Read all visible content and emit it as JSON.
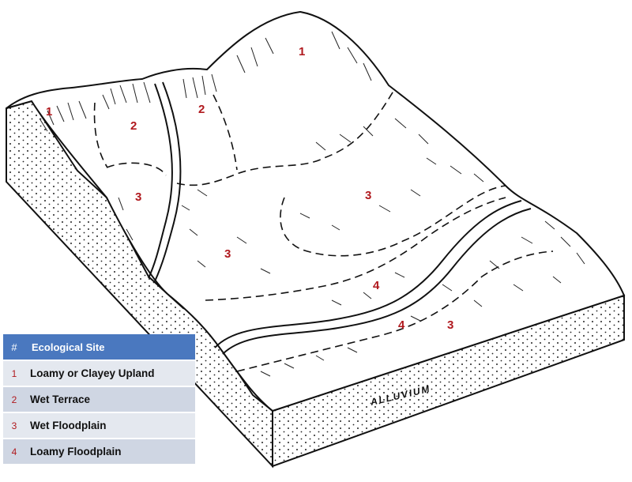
{
  "labels": {
    "site_1_left": "1",
    "site_1_top": "1",
    "site_2_left": "2",
    "site_2_mid": "2",
    "site_3_left": "3",
    "site_3_right": "3",
    "site_3_center": "3",
    "site_4_upper": "4",
    "site_4_lower": "4",
    "site_3_lower": "3",
    "alluvium": "ALLUVIUM"
  },
  "legend": {
    "header_num": "#",
    "header_label": "Ecological Site",
    "rows": [
      {
        "num": "1",
        "label": "Loamy or Clayey Upland"
      },
      {
        "num": "2",
        "label": "Wet Terrace"
      },
      {
        "num": "3",
        "label": "Wet Floodplain"
      },
      {
        "num": "4",
        "label": "Loamy Floodplain"
      }
    ]
  },
  "colors": {
    "label_red": "#b0191e",
    "legend_header": "#4a78bf",
    "legend_row": "#e4e8ef",
    "legend_row_alt": "#cfd6e3"
  }
}
